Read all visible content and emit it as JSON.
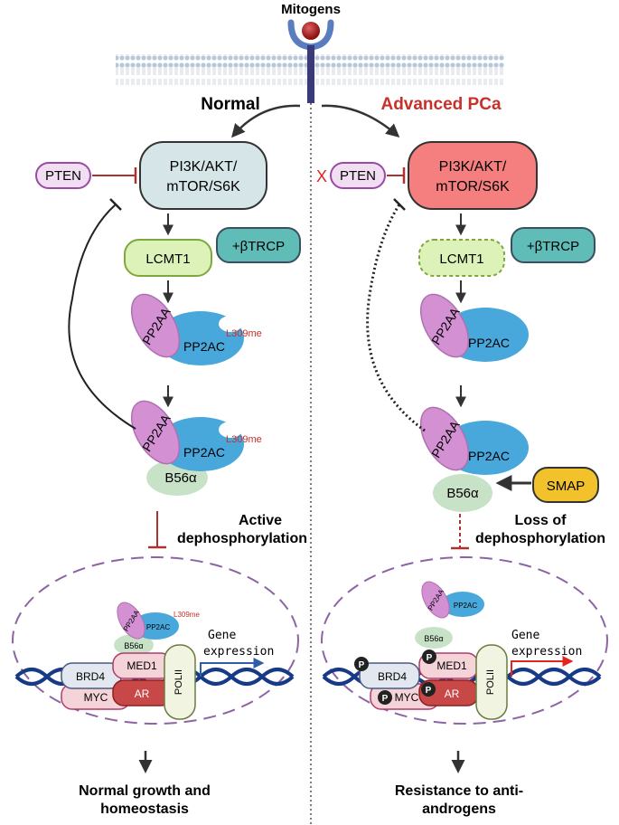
{
  "top": {
    "mitogens": "Mitogens"
  },
  "left": {
    "title": "Normal",
    "pten": "PTEN",
    "pathway_line1": "PI3K/AKT/",
    "pathway_line2": "mTOR/S6K",
    "lcmt1": "LCMT1",
    "btrcp": "+βTRCP",
    "pp2aa": "PP2AA",
    "pp2ac": "PP2AC",
    "methyl": "L309me",
    "b56a": "B56α",
    "effect_line1": "Active",
    "effect_line2": "dephosphorylation",
    "nucleus": {
      "pp2aa": "PP2AA",
      "pp2ac": "PP2AC",
      "methyl": "L309me",
      "b56a": "B56α",
      "brd4": "BRD4",
      "med1": "MED1",
      "myc": "MYC",
      "ar": "AR",
      "polii": "POLII",
      "gene": "Gene",
      "expression": "expression"
    },
    "outcome_line1": "Normal growth and",
    "outcome_line2": "homeostasis"
  },
  "right": {
    "title": "Advanced PCa",
    "x_mark": "X",
    "pten": "PTEN",
    "pathway_line1": "PI3K/AKT/",
    "pathway_line2": "mTOR/S6K",
    "lcmt1": "LCMT1",
    "btrcp": "+βTRCP",
    "pp2aa": "PP2AA",
    "pp2ac": "PP2AC",
    "b56a": "B56α",
    "smap": "SMAP",
    "effect_line1": "Loss of",
    "effect_line2": "dephosphorylation",
    "nucleus": {
      "pp2aa": "PP2AA",
      "pp2ac": "PP2AC",
      "b56a": "B56α",
      "brd4": "BRD4",
      "med1": "MED1",
      "myc": "MYC",
      "ar": "AR",
      "polii": "POLII",
      "p": "P",
      "gene": "Gene",
      "expression": "expression"
    },
    "outcome_line1": "Resistance to anti-",
    "outcome_line2": "androgens"
  },
  "colors": {
    "pathway_normal": "#d6e6e8",
    "pathway_cancer": "#f57f7f",
    "pten": "#f1def3",
    "pten_stroke": "#9a4aa5",
    "lcmt1": "#dcf2b8",
    "lcmt1_stroke": "#7ea83c",
    "btrcp": "#5fbcb6",
    "pp2aa": "#d391d4",
    "pp2ac": "#48a8dc",
    "b56a": "#c8e2c8",
    "smap": "#f1c22b",
    "inhibit": "#b03030",
    "nucleus_dash": "#8c64a4",
    "dna": "#173a86",
    "arrow_blue": "#2f5ea8",
    "arrow_red": "#e0261e",
    "ar": "#c84848",
    "med1": "#f5d4d9",
    "brd4": "#e3e8f0",
    "myc": "#f5d4d9",
    "polii": "#f1f4e0"
  }
}
